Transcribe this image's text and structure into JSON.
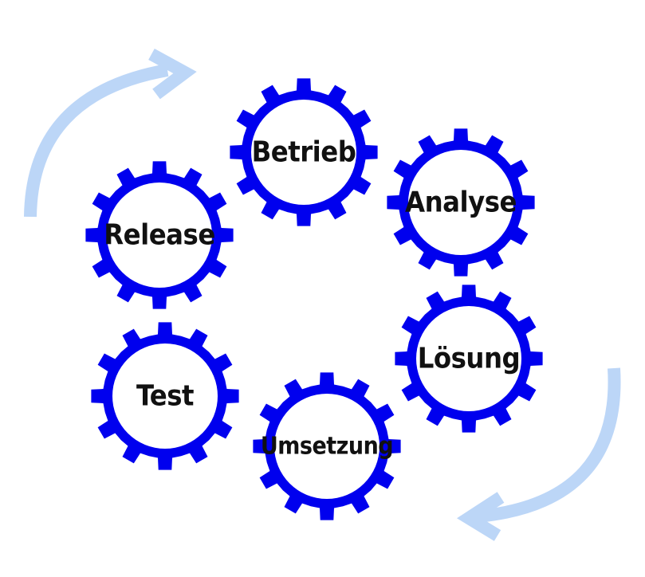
{
  "colors": {
    "gear": "#0000ee",
    "gear_center": "#ffffff",
    "cycle_arrow": "#bcd6f7",
    "label_text": "#111111"
  },
  "cycle_arrows": [
    {
      "name": "cycle-arrow-top-left",
      "icon": "curved-arrow-icon"
    },
    {
      "name": "cycle-arrow-bottom-right",
      "icon": "curved-arrow-icon"
    }
  ],
  "gears": [
    {
      "id": "betrieb",
      "label": "Betrieb",
      "icon": "gear-icon"
    },
    {
      "id": "analyse",
      "label": "Analyse",
      "icon": "gear-icon"
    },
    {
      "id": "loesung",
      "label": "Lösung",
      "icon": "gear-icon"
    },
    {
      "id": "umsetzung",
      "label": "Umsetzung",
      "icon": "gear-icon"
    },
    {
      "id": "test",
      "label": "Test",
      "icon": "gear-icon"
    },
    {
      "id": "release",
      "label": "Release",
      "icon": "gear-icon"
    }
  ]
}
